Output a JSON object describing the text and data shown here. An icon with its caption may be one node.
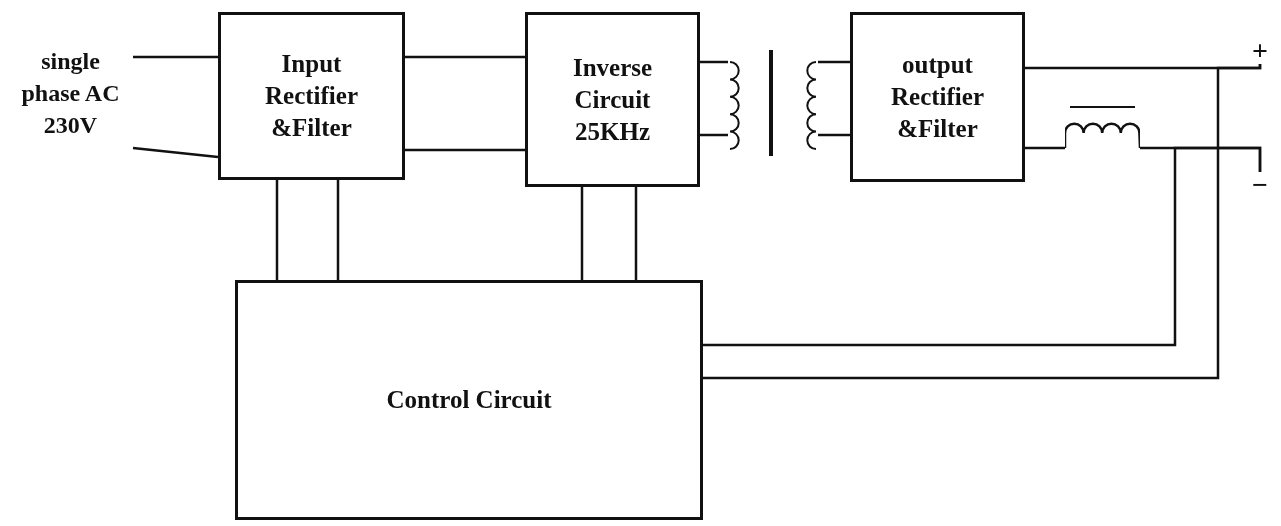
{
  "diagram": {
    "nodes": [
      {
        "text": [
          "single phase AC 230V"
        ]
      },
      {
        "text": [
          "Input Rectifier &Filter"
        ]
      },
      {
        "text": [
          "Inverse Circuit 25KHz"
        ]
      },
      {
        "text": [],
        "shape": "transformer"
      },
      {
        "text": [
          "output Rectifier &Filter"
        ]
      },
      {
        "text": [
          "+"
        ]
      },
      {
        "text": [],
        "shape": "inductor"
      },
      {
        "text": [
          "−"
        ]
      },
      {
        "text": [
          "Control Circuit"
        ]
      }
    ],
    "edges": [
      {
        "from": 0,
        "to": 1,
        "arrow": "none"
      },
      {
        "from": 0,
        "to": 1,
        "arrow": "none"
      },
      {
        "from": 1,
        "to": 2,
        "arrow": "none"
      },
      {
        "from": 1,
        "to": 2,
        "arrow": "none"
      },
      {
        "from": 2,
        "to": 3,
        "arrow": "none"
      },
      {
        "from": 2,
        "to": 3,
        "arrow": "none"
      },
      {
        "from": 3,
        "to": 4,
        "arrow": "none"
      },
      {
        "from": 3,
        "to": 4,
        "arrow": "none"
      },
      {
        "from": 4,
        "to": 5,
        "arrow": "none"
      },
      {
        "from": 4,
        "to": 6,
        "arrow": "none"
      },
      {
        "from": 6,
        "to": 7,
        "arrow": "none"
      },
      {
        "from": 1,
        "to": 8,
        "arrow": "none"
      },
      {
        "from": 1,
        "to": 8,
        "arrow": "none"
      },
      {
        "from": 2,
        "to": 8,
        "arrow": "none"
      },
      {
        "from": 2,
        "to": 8,
        "arrow": "none"
      },
      {
        "from": 8,
        "to": 7,
        "arrow": "none"
      },
      {
        "from": 8,
        "to": 5,
        "arrow": "none"
      }
    ]
  }
}
